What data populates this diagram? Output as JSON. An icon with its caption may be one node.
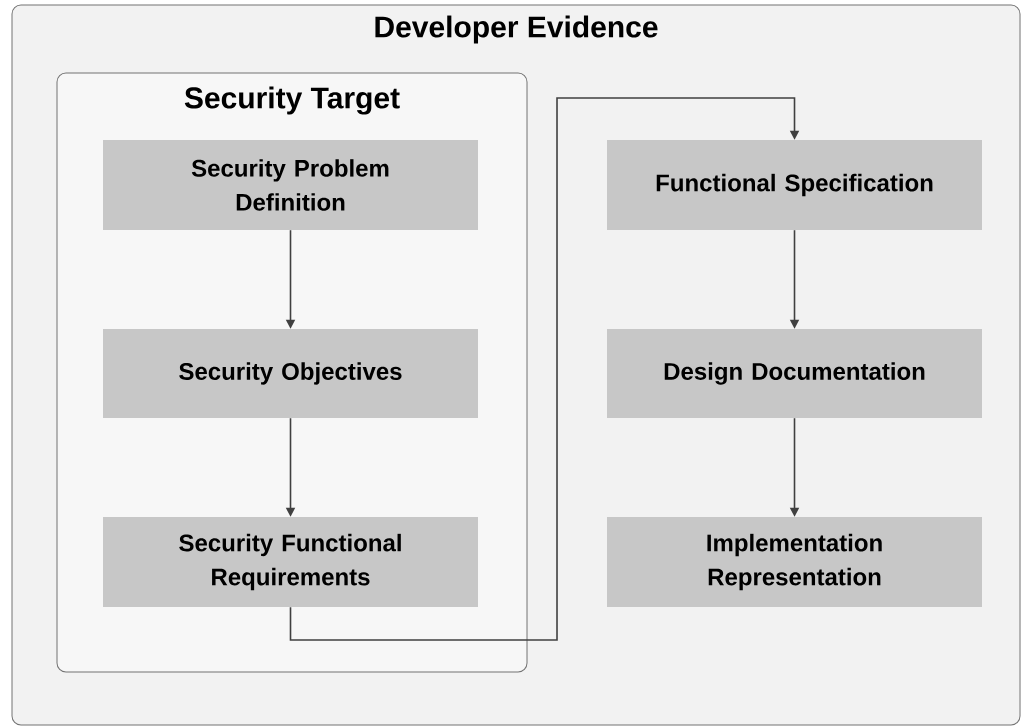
{
  "diagram": {
    "nodes": [
      {
        "text": [
          "Developer Evidence"
        ]
      },
      {
        "text": [
          "Security Target"
        ],
        "in": 0
      },
      {
        "text": [
          "Security Problem Definition"
        ],
        "in": 1
      },
      {
        "text": [
          "Security Objectives"
        ],
        "in": 1
      },
      {
        "text": [
          "Security Functional Requirements"
        ],
        "in": 1
      },
      {
        "text": [
          "Functional Specification"
        ],
        "in": 0
      },
      {
        "text": [
          "Design Documentation"
        ],
        "in": 0
      },
      {
        "text": [
          "Implementation Representation"
        ],
        "in": 0
      }
    ],
    "edges": [
      {
        "from": 2,
        "to": 3,
        "arrow": "to"
      },
      {
        "from": 3,
        "to": 4,
        "arrow": "to"
      },
      {
        "from": 4,
        "to": 5,
        "arrow": "to"
      },
      {
        "from": 5,
        "to": 6,
        "arrow": "to"
      },
      {
        "from": 6,
        "to": 7,
        "arrow": "to"
      }
    ]
  }
}
